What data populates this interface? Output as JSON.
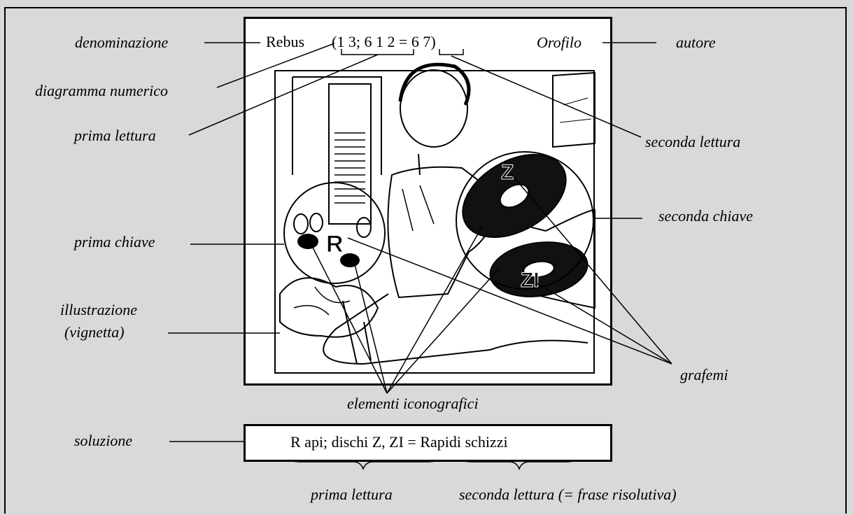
{
  "header": {
    "name_label": "denominazione",
    "title": "Rebus",
    "diagram": "(1 3; 6 1 2 = 6 7)",
    "author_name": "Orofilo",
    "author_label": "autore"
  },
  "labels": {
    "diagramma": "diagramma numerico",
    "prima_lettura_top": "prima lettura",
    "seconda_lettura_top": "seconda lettura",
    "prima_chiave": "prima chiave",
    "seconda_chiave": "seconda chiave",
    "illustrazione_1": "illustrazione",
    "illustrazione_2": "(vignetta)",
    "grafemi": "grafemi",
    "elementi": "elementi iconografici",
    "soluzione": "soluzione",
    "prima_lettura_bottom": "prima lettura",
    "seconda_lettura_bottom": "seconda lettura (= frase risolutiva)"
  },
  "solution": {
    "text": "R api; dischi Z, ZI = Rapidi schizzi"
  },
  "illustration": {
    "grapheme_r": "R",
    "grapheme_z": "Z",
    "grapheme_zi": "ZI"
  }
}
